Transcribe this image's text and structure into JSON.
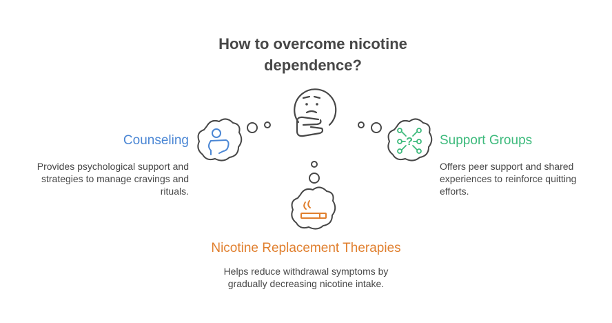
{
  "title": "How to overcome nicotine dependence?",
  "colors": {
    "counseling": "#4a86d4",
    "support": "#3dba7c",
    "nrt": "#e07f2e",
    "outline": "#474747"
  },
  "center": {
    "icon": "thinking-face-icon"
  },
  "counseling": {
    "heading": "Counseling",
    "description": "Provides psychological support and strategies to manage cravings and rituals.",
    "icon": "person-head-icon"
  },
  "support": {
    "heading": "Support Groups",
    "description": "Offers peer support and shared experiences to reinforce quitting efforts.",
    "icon": "network-question-icon"
  },
  "nrt": {
    "heading": "Nicotine Replacement Therapies",
    "description": "Helps reduce withdrawal symptoms by gradually decreasing nicotine intake.",
    "icon": "cigarette-icon"
  }
}
